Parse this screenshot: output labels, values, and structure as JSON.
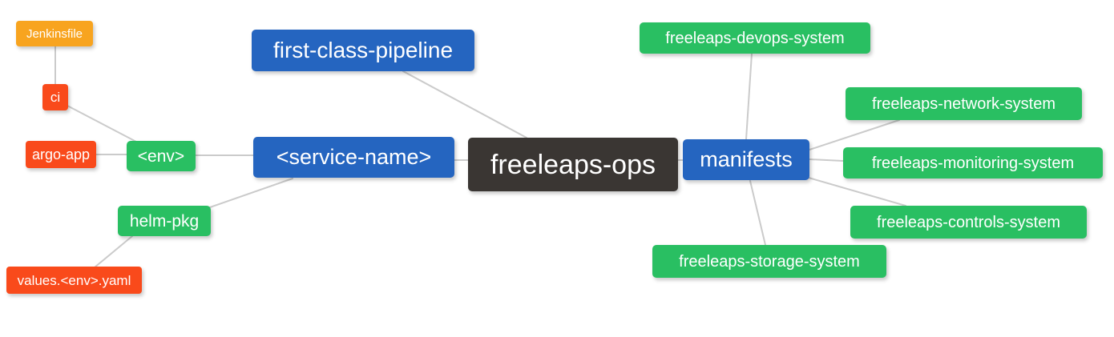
{
  "diagram": {
    "type": "mindmap",
    "root": "freeleaps-ops",
    "colors": {
      "blue": "#2565C0",
      "green": "#29BF62",
      "red": "#F94A1B",
      "orange": "#F8A41F",
      "dark": "#3A3633",
      "edge": "#CBCBCB",
      "background": "#FFFFFF",
      "text": "#FFFFFF"
    }
  },
  "nodes": {
    "jenkinsfile": {
      "label": "Jenkinsfile",
      "color": "orange"
    },
    "ci": {
      "label": "ci",
      "color": "red"
    },
    "argo_app": {
      "label": "argo-app",
      "color": "red"
    },
    "env": {
      "label": "<env>",
      "color": "green"
    },
    "helm_pkg": {
      "label": "helm-pkg",
      "color": "green"
    },
    "values_env_yaml": {
      "label": "values.<env>.yaml",
      "color": "red"
    },
    "first_class_pipeline": {
      "label": "first-class-pipeline",
      "color": "blue"
    },
    "service_name": {
      "label": "<service-name>",
      "color": "blue"
    },
    "freeleaps_ops": {
      "label": "freeleaps-ops",
      "color": "dark"
    },
    "manifests": {
      "label": "manifests",
      "color": "blue"
    },
    "devops_system": {
      "label": "freeleaps-devops-system",
      "color": "green"
    },
    "network_system": {
      "label": "freeleaps-network-system",
      "color": "green"
    },
    "monitoring_system": {
      "label": "freeleaps-monitoring-system",
      "color": "green"
    },
    "controls_system": {
      "label": "freeleaps-controls-system",
      "color": "green"
    },
    "storage_system": {
      "label": "freeleaps-storage-system",
      "color": "green"
    }
  },
  "edges": [
    [
      "jenkinsfile",
      "ci"
    ],
    [
      "ci",
      "env"
    ],
    [
      "argo_app",
      "env"
    ],
    [
      "env",
      "service_name"
    ],
    [
      "helm_pkg",
      "service_name"
    ],
    [
      "values_env_yaml",
      "helm_pkg"
    ],
    [
      "first_class_pipeline",
      "freeleaps_ops"
    ],
    [
      "service_name",
      "freeleaps_ops"
    ],
    [
      "freeleaps_ops",
      "manifests"
    ],
    [
      "manifests",
      "devops_system"
    ],
    [
      "manifests",
      "network_system"
    ],
    [
      "manifests",
      "monitoring_system"
    ],
    [
      "manifests",
      "controls_system"
    ],
    [
      "manifests",
      "storage_system"
    ]
  ]
}
